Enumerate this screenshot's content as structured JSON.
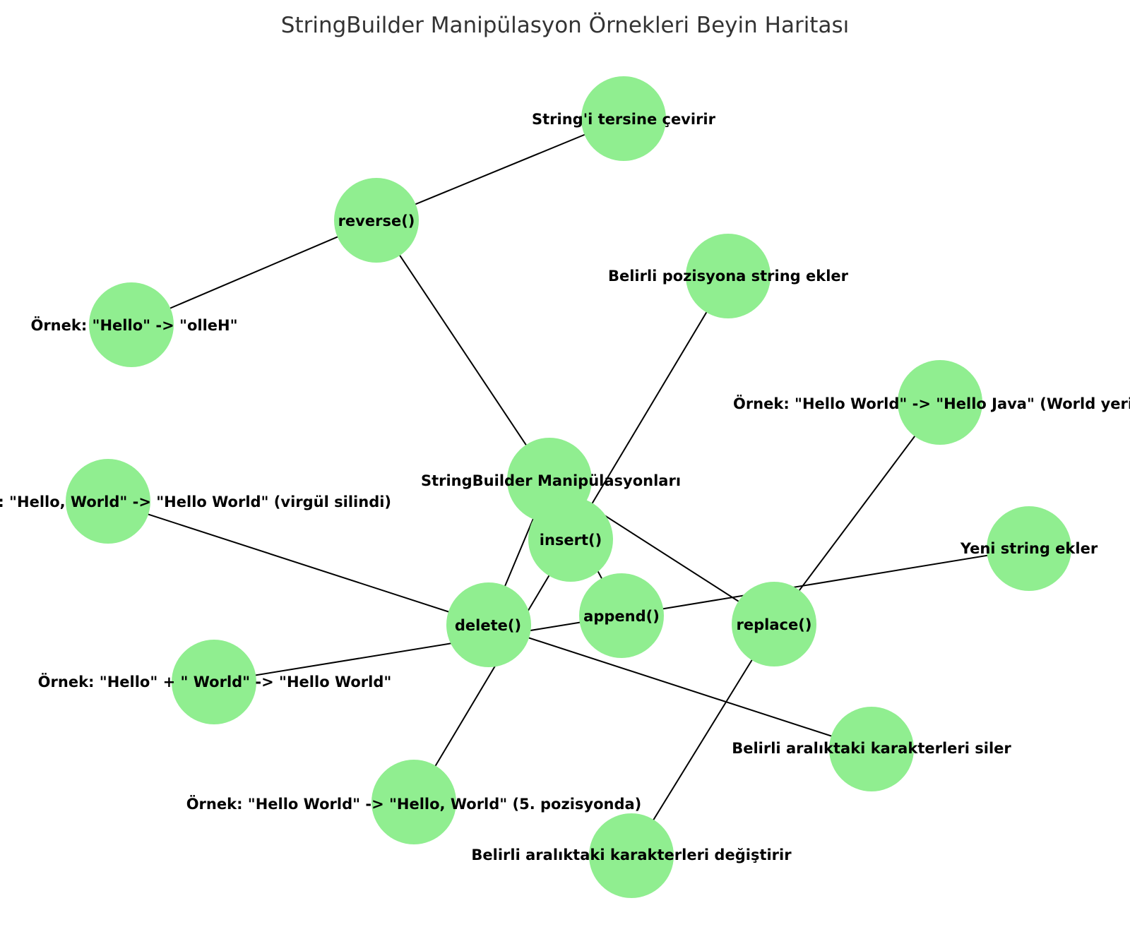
{
  "title": "StringBuilder Manipülasyon Örnekleri Beyin Haritası",
  "colors": {
    "node_fill": "#90ee90",
    "edge": "#000000",
    "label": "#000000",
    "title": "#333333"
  },
  "nodes": {
    "root": "StringBuilder Manipülasyonları",
    "append": "append()",
    "append_desc": "Yeni string ekler",
    "append_example": "Örnek: \"Hello\" + \" World\" -> \"Hello World\"",
    "insert": "insert()",
    "insert_desc": "Belirli pozisyona string ekler",
    "insert_example": "Örnek: \"Hello World\" -> \"Hello, World\" (5. pozisyonda)",
    "delete": "delete()",
    "delete_desc": "Belirli aralıktaki karakterleri siler",
    "delete_example": "Örnek: \"Hello, World\" -> \"Hello World\" (virgül silindi)",
    "replace": "replace()",
    "replace_desc": "Belirli aralıktaki karakterleri değiştirir",
    "replace_example": "Örnek: \"Hello World\" -> \"Hello Java\" (World yerine Java)",
    "reverse": "reverse()",
    "reverse_desc": "String'i tersine çevirir",
    "reverse_example": "Örnek: \"Hello\" -> \"olleH\""
  },
  "edges": [
    [
      "root",
      "append"
    ],
    [
      "root",
      "insert"
    ],
    [
      "root",
      "delete"
    ],
    [
      "root",
      "replace"
    ],
    [
      "root",
      "reverse"
    ],
    [
      "append",
      "append_desc"
    ],
    [
      "append",
      "append_example"
    ],
    [
      "insert",
      "insert_desc"
    ],
    [
      "insert",
      "insert_example"
    ],
    [
      "delete",
      "delete_desc"
    ],
    [
      "delete",
      "delete_example"
    ],
    [
      "replace",
      "replace_desc"
    ],
    [
      "replace",
      "replace_example"
    ],
    [
      "reverse",
      "reverse_desc"
    ],
    [
      "reverse",
      "reverse_example"
    ]
  ]
}
